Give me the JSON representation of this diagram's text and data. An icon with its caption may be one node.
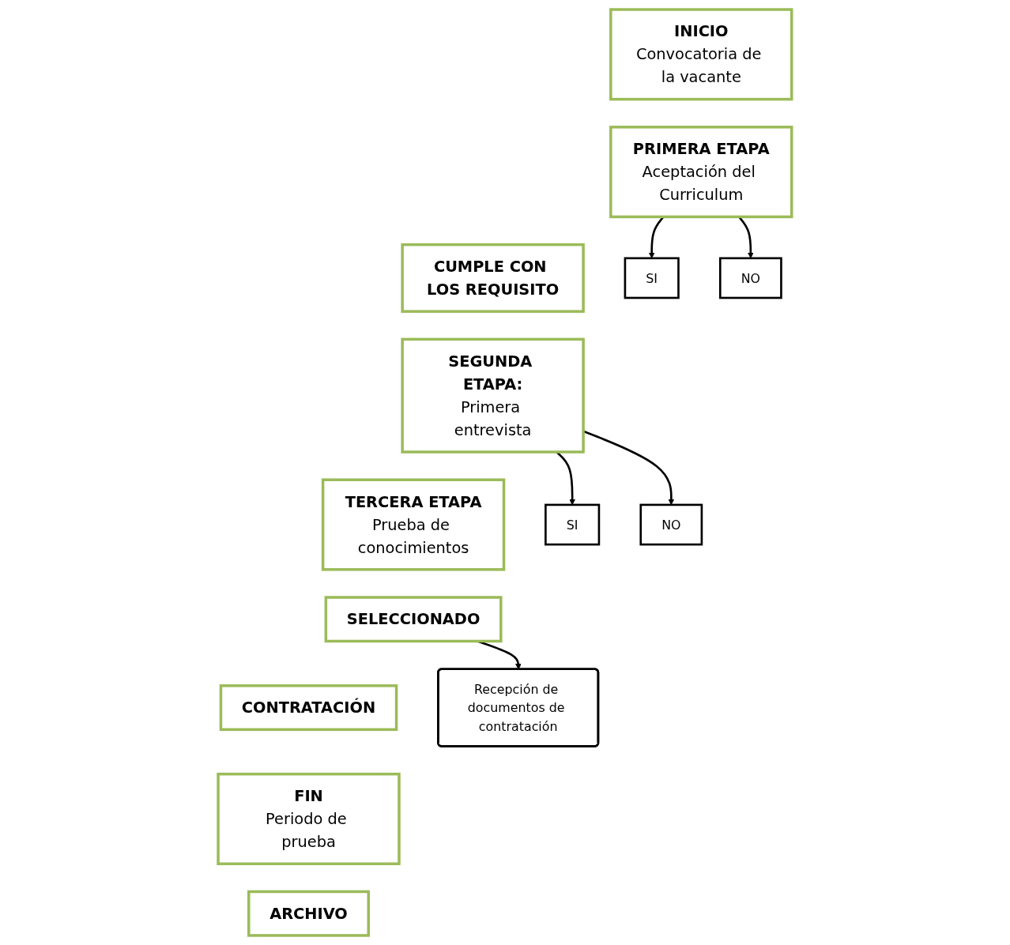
{
  "diagram": {
    "nodes": [
      {
        "text": [
          "INICIO",
          "Convocatoria de la vacante"
        ]
      },
      {
        "text": [
          "PRIMERA ETAPA",
          "Aceptación del Curriculum"
        ]
      },
      {
        "text": [
          "CUMPLE CON LOS REQUISITO"
        ]
      },
      {
        "text": [
          "SEGUNDA ETAPA:",
          "Primera entrevista"
        ]
      },
      {
        "text": [
          "TERCERA ETAPA",
          "Prueba de conocimientos"
        ]
      },
      {
        "text": [
          "SELECCIONADO"
        ]
      },
      {
        "text": [
          "CONTRATACIÓN"
        ]
      },
      {
        "text": [
          "FIN",
          "Periodo de prueba"
        ]
      },
      {
        "text": [
          "ARCHIVO"
        ]
      },
      {
        "text": [
          "SI"
        ]
      },
      {
        "text": [
          "NO"
        ]
      },
      {
        "text": [
          "SI"
        ]
      },
      {
        "text": [
          "NO"
        ]
      },
      {
        "text": [
          "Recepción de documentos de contratación"
        ]
      }
    ],
    "edges": [
      {
        "from": 1,
        "to": 9,
        "arrow": "to"
      },
      {
        "from": 1,
        "to": 10,
        "arrow": "to"
      },
      {
        "from": 3,
        "to": 11,
        "arrow": "to"
      },
      {
        "from": 3,
        "to": 12,
        "arrow": "to"
      },
      {
        "from": 5,
        "to": 13,
        "arrow": "to"
      }
    ]
  }
}
